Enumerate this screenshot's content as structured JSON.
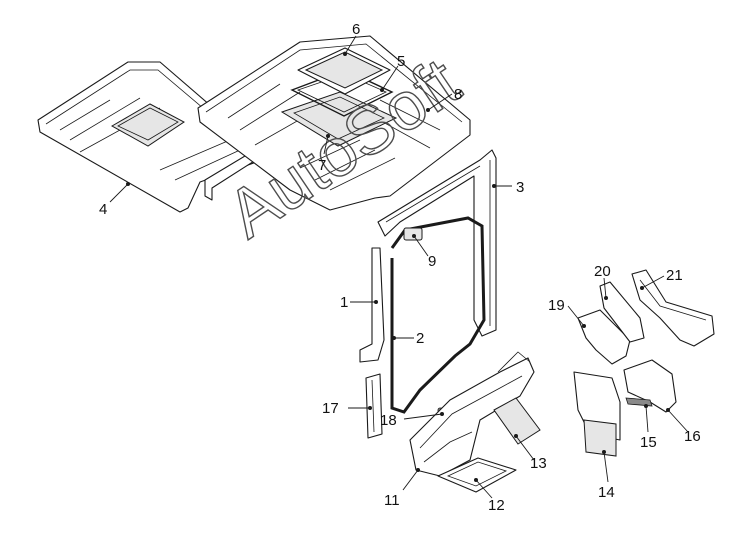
{
  "watermark": "AutoSoft",
  "callouts": {
    "c1": "1",
    "c2": "2",
    "c3": "3",
    "c4": "4",
    "c5": "5",
    "c6": "6",
    "c7": "7",
    "c8": "8",
    "c9": "9",
    "c11": "11",
    "c12": "12",
    "c13": "13",
    "c14": "14",
    "c15": "15",
    "c16": "16",
    "c17": "17",
    "c18": "18",
    "c19": "19",
    "c20": "20",
    "c21": "21"
  }
}
